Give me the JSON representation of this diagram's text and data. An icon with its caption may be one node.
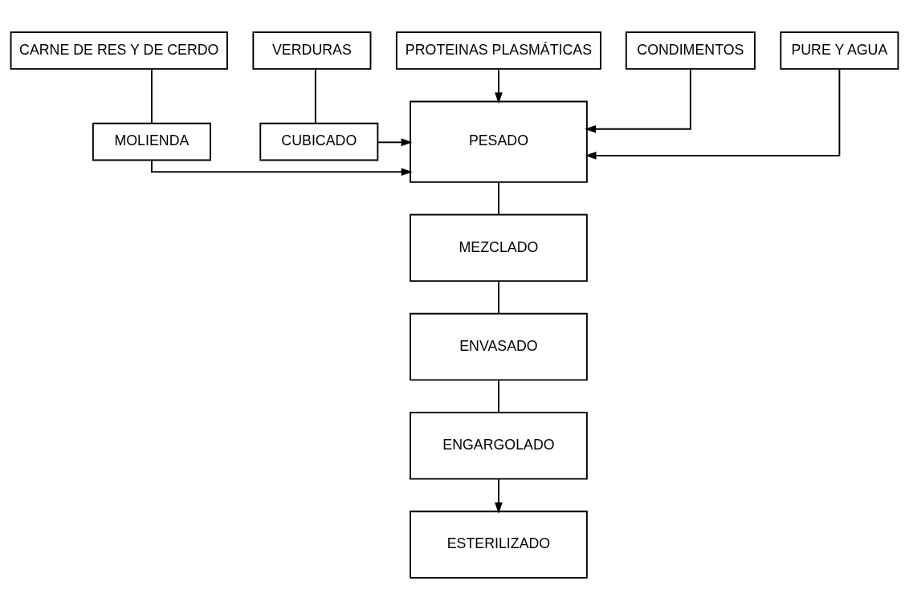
{
  "diagram": {
    "nodes": [
      {
        "text": [
          "CARNE DE RES Y DE CERDO"
        ]
      },
      {
        "text": [
          "PROTEINAS PLASMÁTICAS"
        ]
      },
      {
        "text": [
          "CONDIMENTOS"
        ]
      },
      {
        "text": [
          "PURE Y AGUA"
        ]
      },
      {
        "text": [
          "VERDURAS"
        ]
      },
      {
        "text": [
          "MOLIENDA"
        ]
      },
      {
        "text": [
          "PESADO"
        ]
      },
      {
        "text": [
          "CUBICADO"
        ]
      },
      {
        "text": [
          "MEZCLADO"
        ]
      },
      {
        "text": [
          "ENVASADO"
        ]
      },
      {
        "text": [
          "ENGARGOLADO"
        ]
      },
      {
        "text": [
          "ESTERILIZADO"
        ]
      }
    ],
    "edges": [
      {
        "from": 0,
        "to": 5,
        "arrow": "none"
      },
      {
        "from": 1,
        "to": 6,
        "arrow": "to"
      },
      {
        "from": 2,
        "to": 6,
        "arrow": "to"
      },
      {
        "from": 3,
        "to": 6,
        "arrow": "to"
      },
      {
        "from": 4,
        "to": 7,
        "arrow": "none"
      },
      {
        "from": 5,
        "to": 6,
        "arrow": "to"
      },
      {
        "from": 7,
        "to": 6,
        "arrow": "to"
      },
      {
        "from": 6,
        "to": 8,
        "arrow": "none"
      },
      {
        "from": 8,
        "to": 9,
        "arrow": "none"
      },
      {
        "from": 9,
        "to": 10,
        "arrow": "none"
      },
      {
        "from": 10,
        "to": 11,
        "arrow": "to"
      }
    ]
  }
}
